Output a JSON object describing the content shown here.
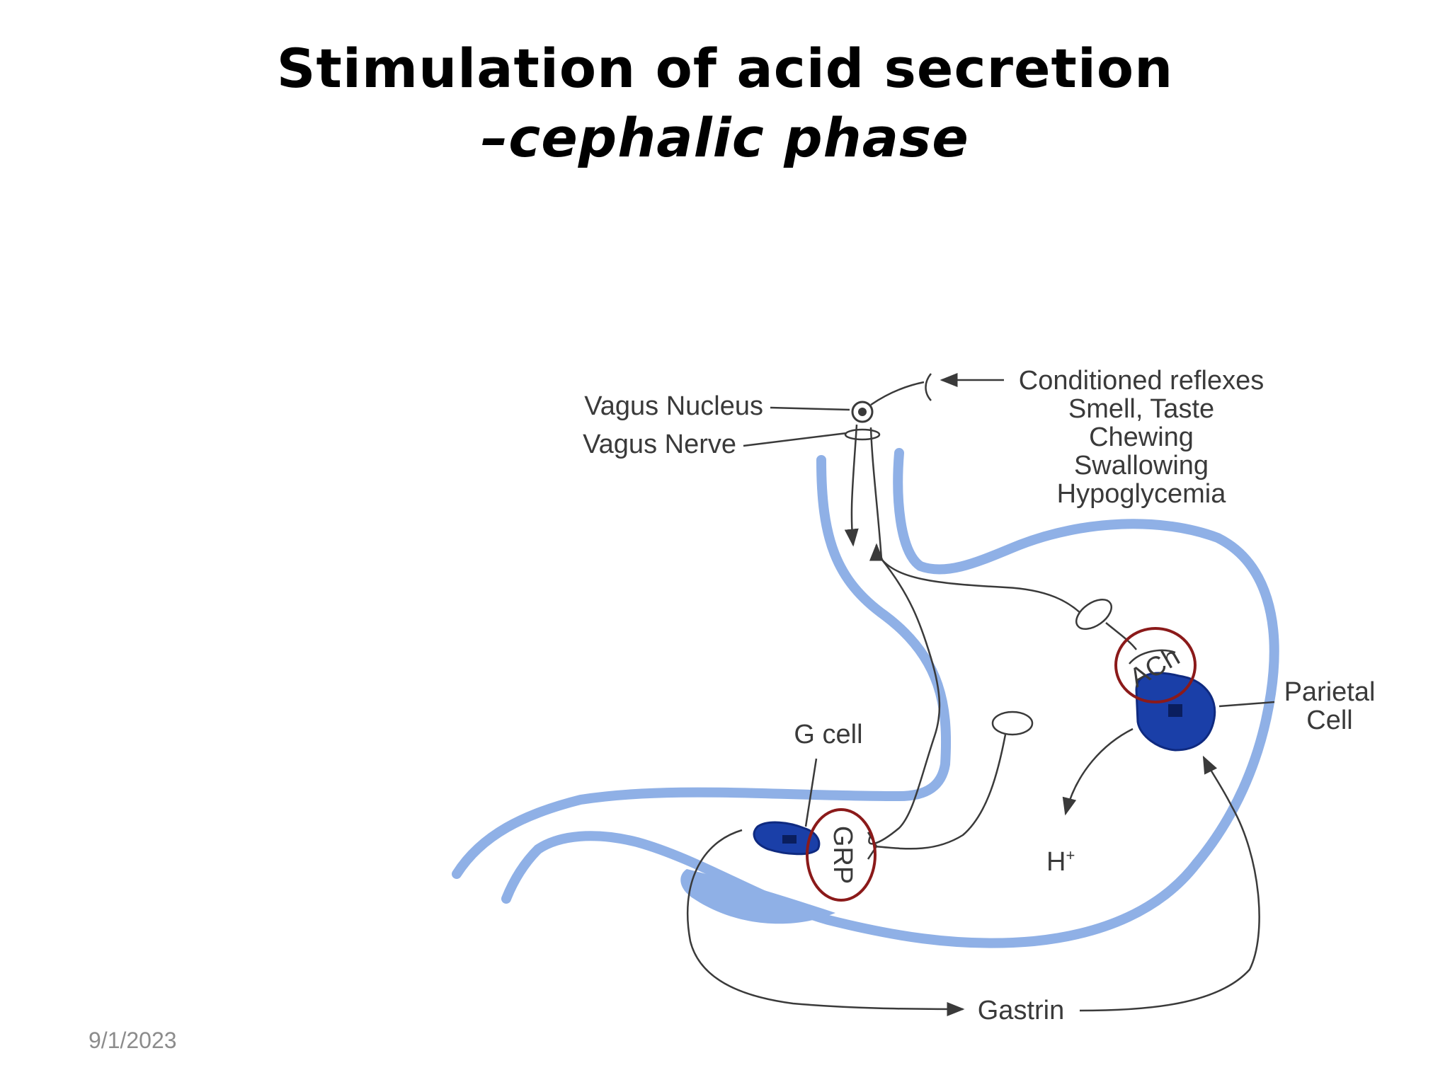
{
  "slide": {
    "title_line1": "Stimulation of acid secretion",
    "title_line2": "–cephalic phase",
    "date": "9/1/2023"
  },
  "diagram": {
    "labels": {
      "vagus_nucleus": "Vagus Nucleus",
      "vagus_nerve": "Vagus Nerve",
      "stimuli": [
        "Conditioned reflexes",
        "Smell, Taste",
        "Chewing",
        "Swallowing",
        "Hypoglycemia"
      ],
      "parietal_cell": [
        "Parietal",
        "Cell"
      ],
      "g_cell": "G cell",
      "ach": "ACh",
      "grp": "GRP",
      "h_plus": "H",
      "h_plus_sup": "+",
      "gastrin": "Gastrin"
    },
    "colors": {
      "stomach_wall": "#8fb0e6",
      "cell_fill": "#1a3fa8",
      "highlight_circle": "#8b1a1a",
      "text": "#3a3a3a"
    }
  }
}
